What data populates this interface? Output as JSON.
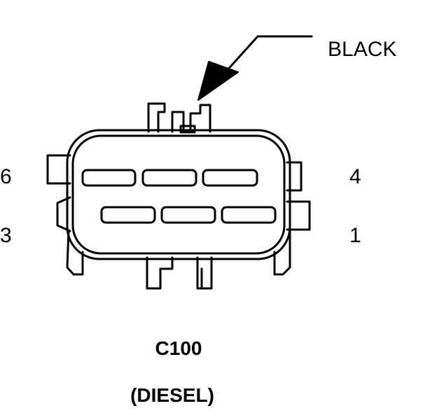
{
  "diagram": {
    "callout_label": "BLACK",
    "pin_labels": {
      "p6": "6",
      "p3": "3",
      "p4": "4",
      "p1": "1"
    },
    "connector_id": "C100",
    "variant": "(DIESEL)"
  }
}
